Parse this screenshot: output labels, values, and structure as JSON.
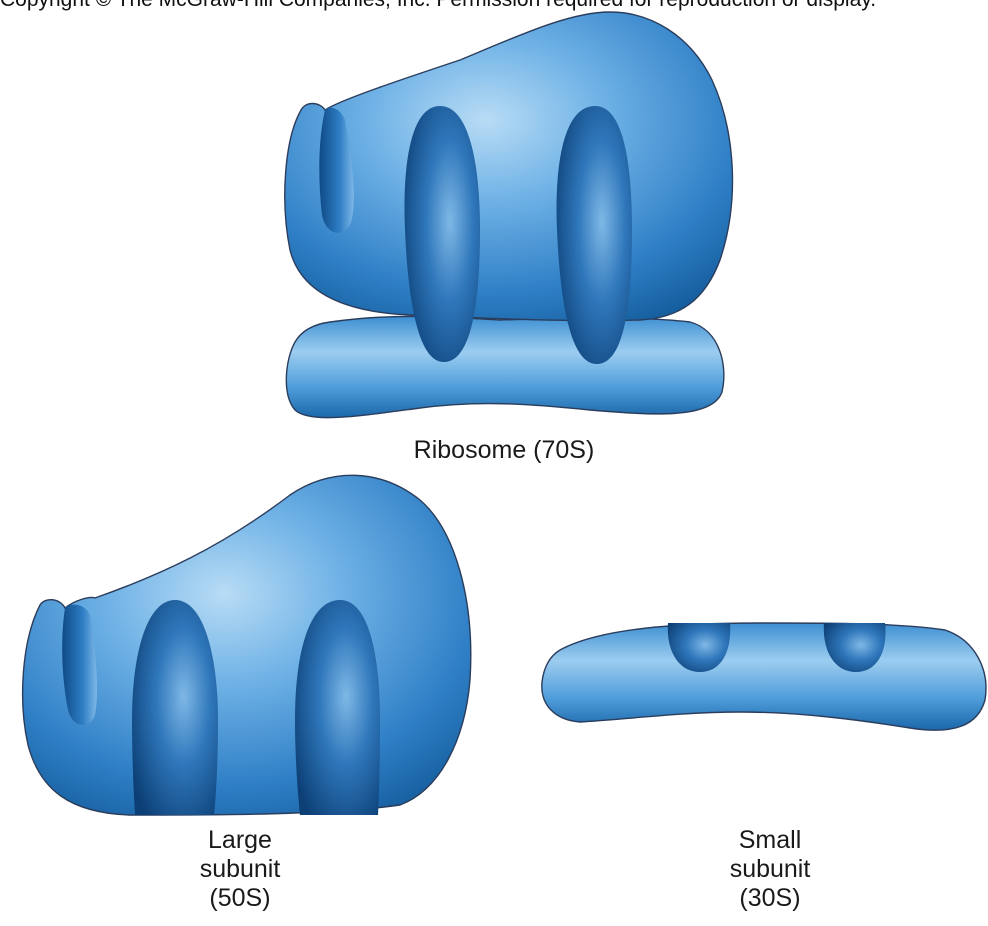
{
  "banner_text": "Copyright © The McGraw-Hill Companies, Inc. Permission required for reproduction or display.",
  "colors": {
    "light": "#b8dcf5",
    "mid": "#4a9ad8",
    "base": "#2f7fc6",
    "dark": "#155e9e",
    "deep": "#0c3f75",
    "outline": "#2b3d5c"
  },
  "ribosome": {
    "label": "Ribosome (70S)"
  },
  "large_subunit": {
    "label_lines": [
      "Large",
      "subunit",
      "(50S)"
    ]
  },
  "small_subunit": {
    "label_lines": [
      "Small",
      "subunit",
      "(30S)"
    ]
  }
}
